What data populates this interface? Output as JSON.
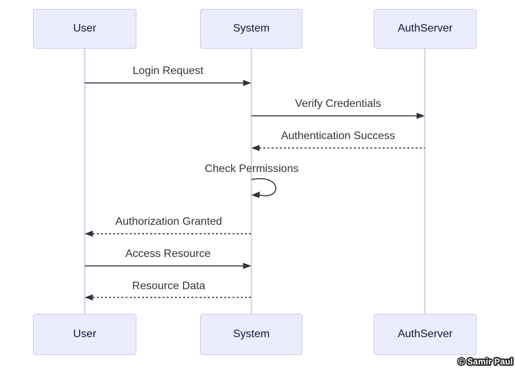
{
  "diagram": {
    "type": "sequence",
    "actors": [
      {
        "id": "user",
        "label": "User"
      },
      {
        "id": "system",
        "label": "System"
      },
      {
        "id": "authserver",
        "label": "AuthServer"
      }
    ],
    "messages": [
      {
        "from": "User",
        "to": "System",
        "label": "Login Request",
        "line": "solid",
        "direction": "right"
      },
      {
        "from": "System",
        "to": "AuthServer",
        "label": "Verify Credentials",
        "line": "solid",
        "direction": "right"
      },
      {
        "from": "AuthServer",
        "to": "System",
        "label": "Authentication Success",
        "line": "dashed",
        "direction": "left"
      },
      {
        "from": "System",
        "to": "System",
        "label": "Check Permissions",
        "line": "solid",
        "direction": "self-loop"
      },
      {
        "from": "System",
        "to": "User",
        "label": "Authorization Granted",
        "line": "dashed",
        "direction": "left"
      },
      {
        "from": "User",
        "to": "System",
        "label": "Access Resource",
        "line": "solid",
        "direction": "right"
      },
      {
        "from": "System",
        "to": "User",
        "label": "Resource Data",
        "line": "dashed",
        "direction": "left"
      }
    ],
    "watermark": "© Samir Paul",
    "colors": {
      "background": "#FFFFFF",
      "actor_fill": "#ECECFF",
      "actor_border": "#CFC7EC",
      "lifeline": "#C9C5E6",
      "arrow": "#333333",
      "message_text": "#333333",
      "actor_text": "#15152E",
      "watermark_fill": "#FFFFFF",
      "watermark_outline": "#1F1F1F"
    }
  }
}
